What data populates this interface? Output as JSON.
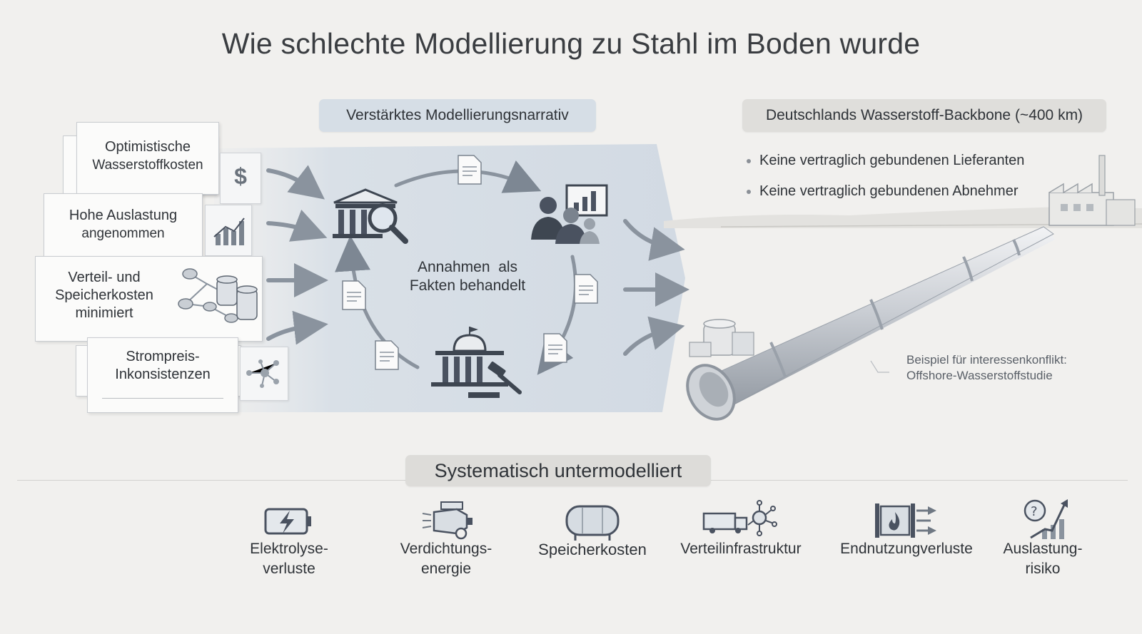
{
  "title": "Wie schlechte Modellierung zu Stahl im Boden wurde",
  "narrative": {
    "heading": "Verstärktes Modellierungsnarrativ",
    "center_line1": "Annahmen  als",
    "center_line2": "Fakten behandelt"
  },
  "inputs": [
    {
      "line1": "Optimistische",
      "line2": "Wasserstoffkosten",
      "icon": "dollar-icon"
    },
    {
      "line1": "Hohe Auslastung",
      "line2": "angenommen",
      "icon": "bar-chart-icon"
    },
    {
      "line1": "Verteil- und",
      "line2": "Speicherkosten",
      "line3": "minimiert",
      "icon": "storage-network-icon"
    },
    {
      "line1": "Strompreis-",
      "line2": "Inkonsistenzen",
      "icon": "molecule-icon"
    }
  ],
  "backbone": {
    "heading": "Deutschlands Wasserstoff-Backbone (~400 km)",
    "bullets": [
      "Keine vertraglich gebundenen Lieferanten",
      "Keine vertraglich gebundenen Abnehmer"
    ],
    "note_line1": "Beispiel für interessenkonflikt:",
    "note_line2": "Offshore-Wasserstoffstudie"
  },
  "undermodelled": {
    "heading": "Systematisch untermodelliert",
    "items": [
      {
        "line1": "Elektrolyse-",
        "line2": "verluste",
        "icon": "battery-bolt-icon"
      },
      {
        "line1": "Verdichtungs-",
        "line2": "energie",
        "icon": "compressor-icon"
      },
      {
        "line1": "Speicherkosten",
        "line2": "",
        "icon": "storage-tank-icon"
      },
      {
        "line1": "Verteilinfrastruktur",
        "line2": "",
        "icon": "truck-network-icon"
      },
      {
        "line1": "Endnutzungverluste",
        "line2": "",
        "icon": "heat-exchanger-icon"
      },
      {
        "line1": "Auslastung-",
        "line2": "risiko",
        "icon": "question-trend-icon"
      }
    ]
  },
  "colors": {
    "background": "#f1f0ee",
    "panel": "#d6dee6",
    "icon": "#4a5260",
    "pipe": "#c7cbd1"
  }
}
